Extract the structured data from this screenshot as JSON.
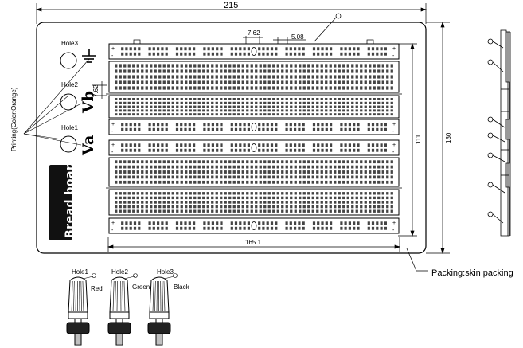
{
  "dimensions": {
    "overall_width": "215",
    "overall_height": "130",
    "inner_height": "111",
    "inner_width": "165.1",
    "pitch_a": "7.62",
    "pitch_b": "5.08",
    "pitch_c": "7.62"
  },
  "board": {
    "hole1_label": "Hole1",
    "hole2_label": "Hole2",
    "hole3_label": "Hole3",
    "va_label": "Va",
    "vb_label": "Vb",
    "ground_symbol": "ground-symbol",
    "printing_note": "Printing(Color:Orange)",
    "brand": "Bread board"
  },
  "posts": [
    {
      "hole": "Hole1",
      "color": "Red",
      "hex": "#cc0000"
    },
    {
      "hole": "Hole2",
      "color": "Green",
      "hex": "#008800"
    },
    {
      "hole": "Hole3",
      "color": "Black",
      "hex": "#000000"
    }
  ],
  "packing_note": "Packing:skin packing"
}
